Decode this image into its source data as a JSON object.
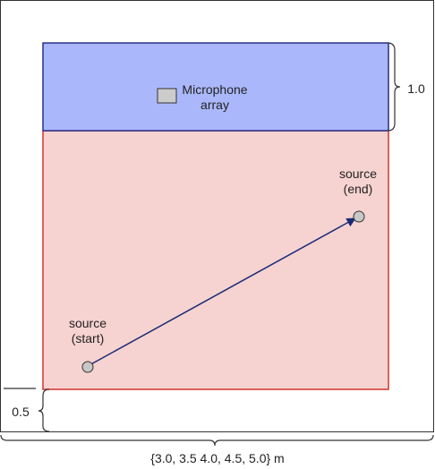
{
  "diagram": {
    "array_label_line1": "Microphone",
    "array_label_line2": "array",
    "source_end_line1": "source",
    "source_end_line2": "(end)",
    "source_start_line1": "source",
    "source_start_line2": "(start)",
    "dim_array_depth": "1.0",
    "dim_offset": "0.5",
    "dim_width": "{3.0, 3.5 4.0, 4.5, 5.0} m"
  },
  "colors": {
    "array_fill": "#aab8fb",
    "array_border": "#2b2f8a",
    "room_fill": "#f6d3d0",
    "room_border": "#d3342f",
    "trajectory": "#1b2a78",
    "outline": "#333333"
  }
}
